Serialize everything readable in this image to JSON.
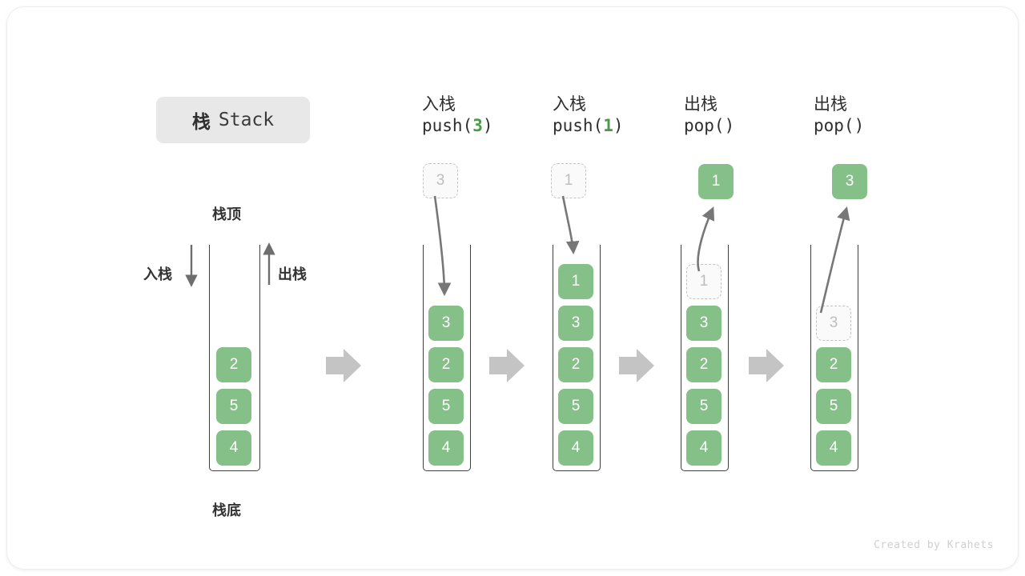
{
  "title": {
    "cn": "栈",
    "en": "Stack"
  },
  "labels": {
    "top": "栈顶",
    "bottom": "栈底",
    "push": "入栈",
    "pop": "出栈"
  },
  "footer": "Created by Krahets",
  "colors": {
    "cell_fill": "#85c088",
    "cell_text": "#ffffff",
    "ghost_border": "#c2c2c2",
    "ghost_text": "#bdbdbd",
    "accent_green": "#4a9a4a",
    "arrow_gray": "#777777",
    "block_arrow": "#c4c4c4",
    "badge_bg": "#e8e8e8"
  },
  "chart_data": {
    "type": "diagram",
    "title": "栈 Stack",
    "description": "栈的入栈与出栈操作示意图",
    "stages": [
      {
        "id": "initial",
        "header_cn": "",
        "header_code": "",
        "cells": [
          {
            "value": "2",
            "state": "filled"
          },
          {
            "value": "5",
            "state": "filled"
          },
          {
            "value": "4",
            "state": "filled"
          }
        ],
        "empty_slots_above": 3,
        "annotations": [
          "栈顶",
          "栈底",
          "入栈",
          "出栈"
        ]
      },
      {
        "id": "push-3",
        "header_cn": "入栈",
        "header_code": "push(3)",
        "arg": "3",
        "floating": {
          "value": "3",
          "state": "ghost"
        },
        "arrow": "down",
        "cells": [
          {
            "value": "3",
            "state": "filled"
          },
          {
            "value": "2",
            "state": "filled"
          },
          {
            "value": "5",
            "state": "filled"
          },
          {
            "value": "4",
            "state": "filled"
          }
        ],
        "empty_slots_above": 1
      },
      {
        "id": "push-1",
        "header_cn": "入栈",
        "header_code": "push(1)",
        "arg": "1",
        "floating": {
          "value": "1",
          "state": "ghost"
        },
        "arrow": "down",
        "cells": [
          {
            "value": "1",
            "state": "filled"
          },
          {
            "value": "3",
            "state": "filled"
          },
          {
            "value": "2",
            "state": "filled"
          },
          {
            "value": "5",
            "state": "filled"
          },
          {
            "value": "4",
            "state": "filled"
          }
        ],
        "empty_slots_above": 0
      },
      {
        "id": "pop-1",
        "header_cn": "出栈",
        "header_code": "pop()",
        "arg": "",
        "floating": {
          "value": "1",
          "state": "filled"
        },
        "arrow": "up",
        "cells": [
          {
            "value": "1",
            "state": "ghost"
          },
          {
            "value": "3",
            "state": "filled"
          },
          {
            "value": "2",
            "state": "filled"
          },
          {
            "value": "5",
            "state": "filled"
          },
          {
            "value": "4",
            "state": "filled"
          }
        ],
        "empty_slots_above": 0
      },
      {
        "id": "pop-2",
        "header_cn": "出栈",
        "header_code": "pop()",
        "arg": "",
        "floating": {
          "value": "3",
          "state": "filled"
        },
        "arrow": "up",
        "cells": [
          {
            "value": "3",
            "state": "ghost"
          },
          {
            "value": "2",
            "state": "filled"
          },
          {
            "value": "5",
            "state": "filled"
          },
          {
            "value": "4",
            "state": "filled"
          }
        ],
        "empty_slots_above": 1
      }
    ],
    "separators": [
      "➡",
      "➡",
      "➡",
      "➡"
    ]
  }
}
